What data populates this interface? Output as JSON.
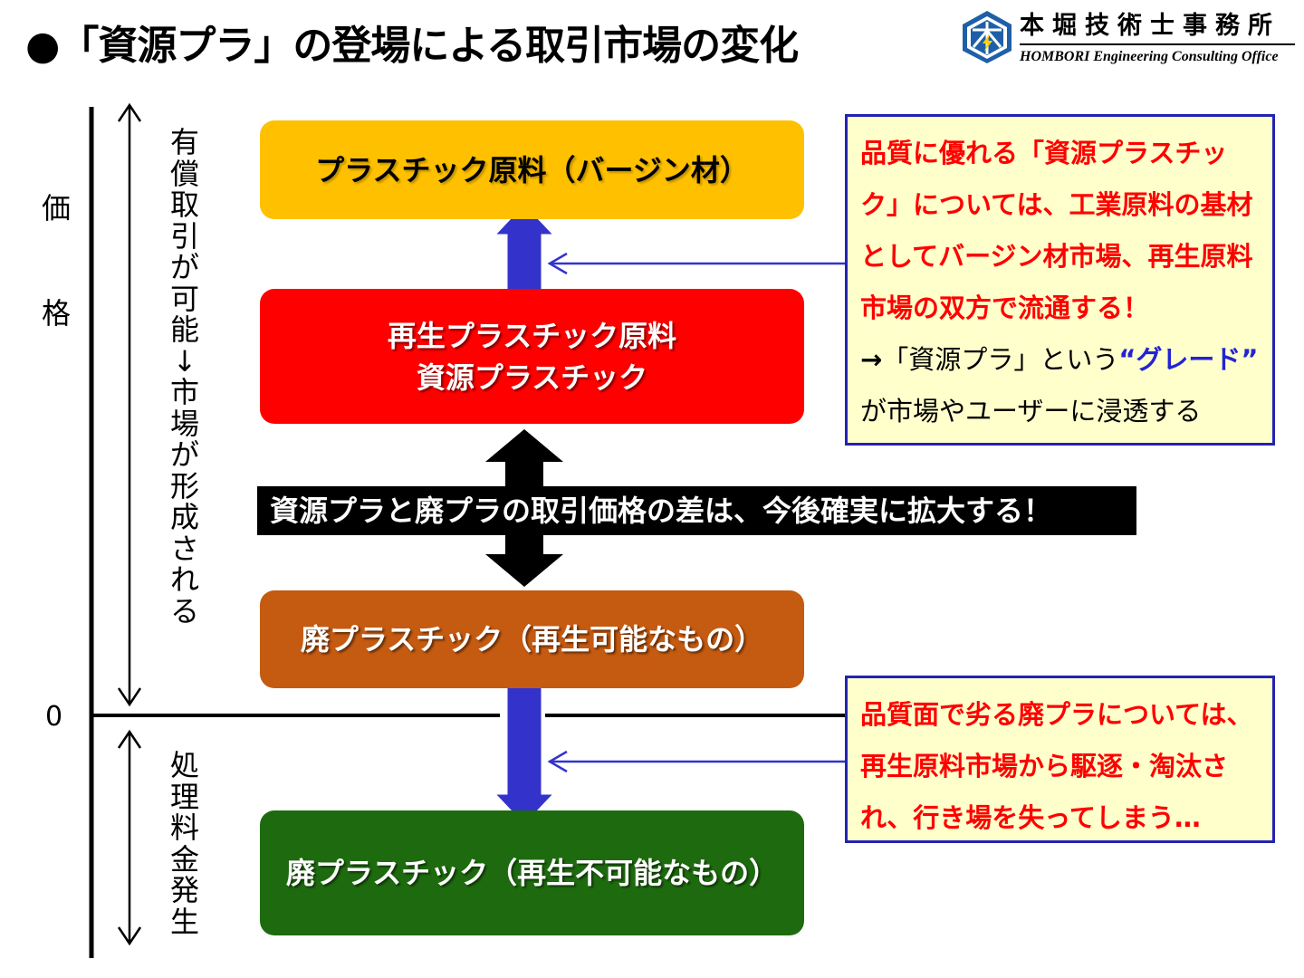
{
  "title": "●「資源プラ」の登場による取引市場の変化",
  "logo": {
    "mark_icon": "hombori-logo-icon",
    "name_jp": "本堀技術士事務所",
    "name_en": "HOMBORI Engineering Consulting Office"
  },
  "axis": {
    "price_label": "価　格",
    "zero_label": "0",
    "upper_range_label": "有償取引が可能↓市場が形成される",
    "lower_range_label": "処理料金発生"
  },
  "boxes": {
    "virgin": "プラスチック原料（バージン材）",
    "recycled_line1": "再生プラスチック原料",
    "recycled_line2": "資源プラスチック",
    "waste_recyclable": "廃プラスチック（再生可能なもの）",
    "waste_unrecyclable": "廃プラスチック（再生不可能なもの）"
  },
  "banner": "資源プラと廃プラの取引価格の差は、今後確実に拡大する！",
  "note_resource": {
    "red_text": "品質に優れる「資源プラスチック」については、工業原料の基材としてバージン材市場、再生原料市場の双方で流通する！",
    "arrow": "→",
    "pre": "「資源プラ」という",
    "grade": "“グレード”",
    "post": "が市場やユーザーに浸透する"
  },
  "note_waste": {
    "red_text": "品質面で劣る廃プラについては、再生原料市場から駆逐・淘汰され、行き場を失ってしまう…"
  },
  "colors": {
    "virgin": "#ffc000",
    "recycled": "#ff0000",
    "waste_recyclable": "#c55a11",
    "waste_unrecyclable": "#1e6b0f",
    "arrow_blue": "#3333cc",
    "note_border": "#2323b4",
    "note_bg": "#ffffcc"
  }
}
